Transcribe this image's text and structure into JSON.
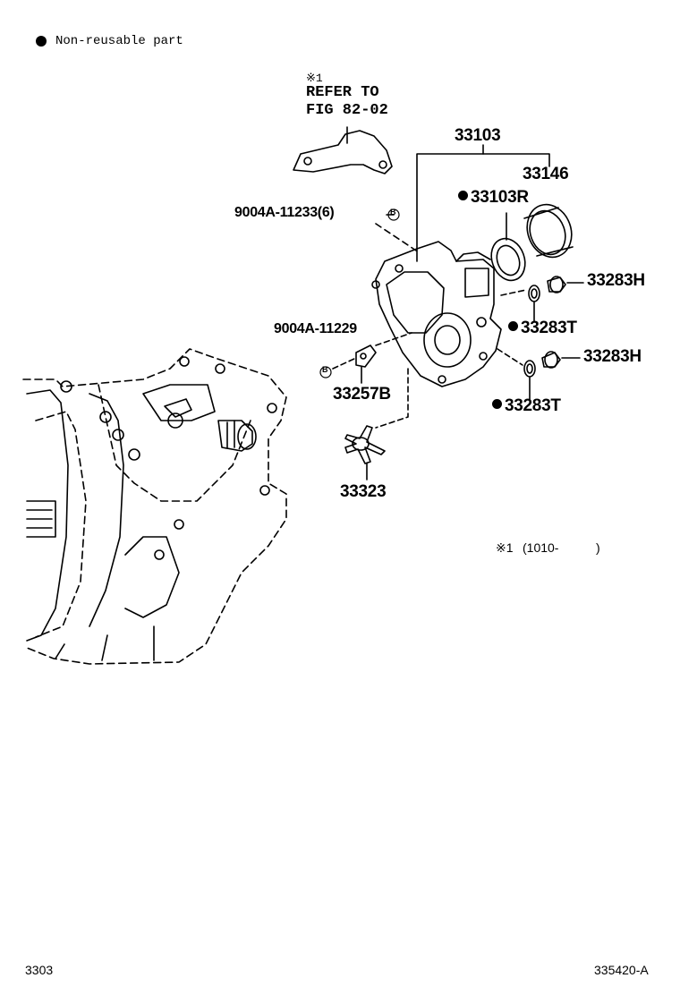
{
  "legend": {
    "text": "Non-reusable part"
  },
  "refer": {
    "mark": "※1",
    "line1": "REFER TO",
    "line2": "FIG 82-02"
  },
  "labels": {
    "p33103": "33103",
    "p33146": "33146",
    "p33103R": "33103R",
    "p9004A_11233": "9004A-11233(6)",
    "p33283H_1": "33283H",
    "p33283T_1": "33283T",
    "p9004A_11229": "9004A-11229",
    "p33257B": "33257B",
    "p33283H_2": "33283H",
    "p33283T_2": "33283T",
    "p33323": "33323"
  },
  "bolt_mark": "B",
  "note": {
    "mark": "※1",
    "range": "(1010-",
    "close": ")"
  },
  "footer": {
    "left": "3303",
    "right": "335420-A"
  }
}
